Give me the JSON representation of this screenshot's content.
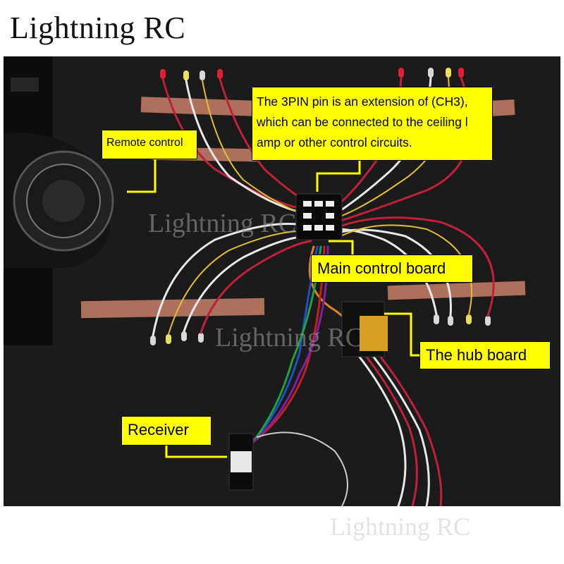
{
  "brand": {
    "top": "Lightning RC",
    "bottom": "Lightning RC",
    "watermark": "Lightning RC"
  },
  "callouts": {
    "remote_control": "Remote control",
    "three_pin": {
      "line1": "The 3PIN pin is an extension of (CH3),",
      "line2": "which can be connected to the ceiling l",
      "line3": "amp or other control circuits."
    },
    "main_control_board": "Main control board",
    "hub_board": "The hub board",
    "receiver": "Receiver"
  },
  "colors": {
    "background": "#1b1b1b",
    "callout": "#ffff00",
    "tape": "#c8806a",
    "wire_red": "#c0203a",
    "wire_white": "#e8e8e8",
    "wire_yellow": "#e0c030"
  }
}
